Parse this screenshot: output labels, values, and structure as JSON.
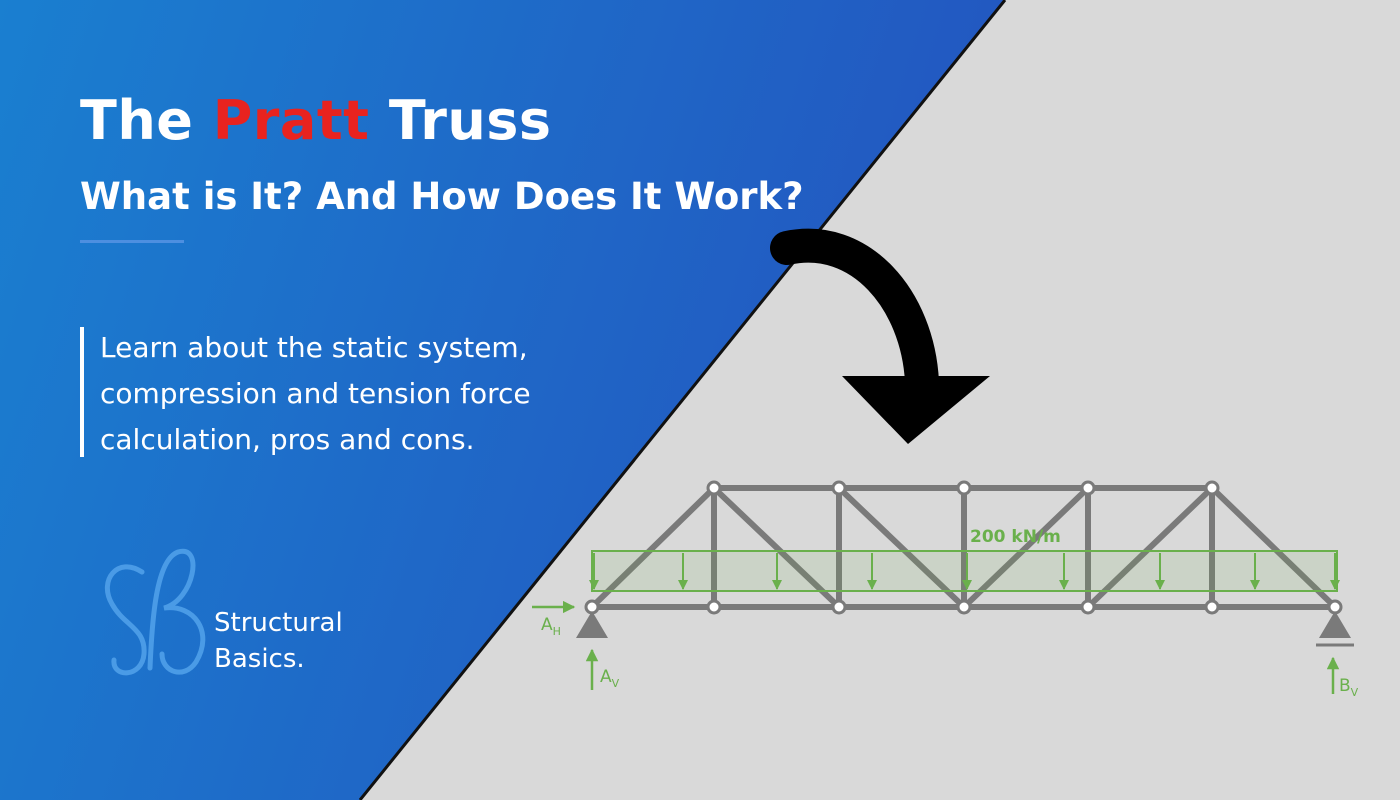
{
  "header": {
    "title_prefix": "The",
    "title_accent": "Pratt",
    "title_suffix": "Truss",
    "subtitle": "What is It? And How Does It Work?"
  },
  "description": "Learn about the static system, compression and tension force calculation, pros and cons.",
  "brand": {
    "monogram": "SB",
    "name_line1": "Structural",
    "name_line2": "Basics."
  },
  "diagram": {
    "load_label": "200 kN/m",
    "reactions": {
      "horizontal_a": {
        "main": "A",
        "sub": "H"
      },
      "vertical_a": {
        "main": "A",
        "sub": "V"
      },
      "vertical_b": {
        "main": "B",
        "sub": "V"
      }
    }
  },
  "colors": {
    "accent_red": "#e8231f",
    "blue_gradient_start": "#1a7fd0",
    "blue_gradient_end": "#2356c0",
    "background_gray": "#d9d9d9",
    "truss_gray": "#7a7a7a",
    "load_green": "#6ab04c",
    "arrow_black": "#000000"
  }
}
